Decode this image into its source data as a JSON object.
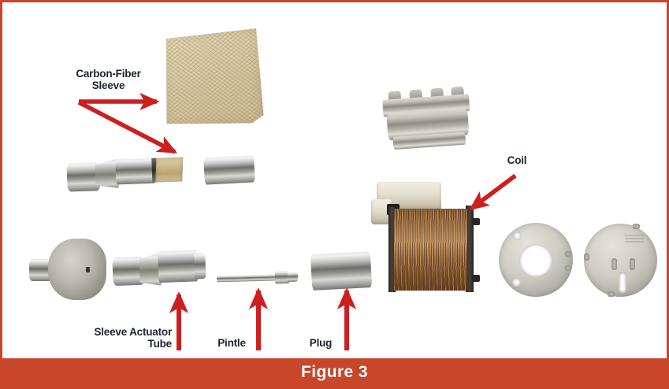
{
  "figure": {
    "caption": "Figure 3",
    "accent_color": "#C8472B",
    "arrow_color": "#CC1F1F",
    "label_color": "#1B2430",
    "background_color": "#FFFFFF"
  },
  "labels": {
    "carbon_fiber_sleeve": "Carbon-Fiber\nSleeve",
    "coil": "Coil",
    "sleeve_actuator_tube": "Sleeve Actuator\nTube",
    "pintle": "Pintle",
    "plug": "Plug"
  },
  "parts": {
    "fabric_swatch": "carbon-fiber fabric swatch",
    "wrapped_actuator": "metal actuator with carbon-fiber wrapped tip",
    "short_tube": "short steel tube",
    "armature_housing": "castellated steel housing",
    "coil_assembly": "copper coil winding with white connector",
    "valve_body": "valve body flange",
    "sleeve_actuator_tube_part": "sleeve actuator tube",
    "pintle_part": "pintle rod",
    "plug_part": "plug sleeve",
    "disc_open": "steel disc with central bore and two holes",
    "disc_slotted": "steel disc with slots"
  }
}
